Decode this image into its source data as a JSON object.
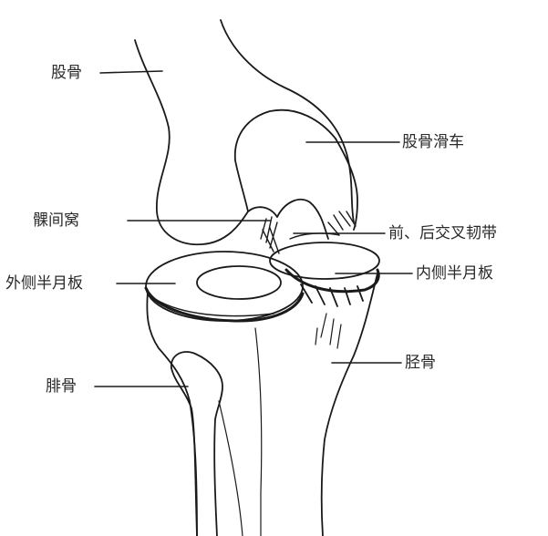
{
  "labels": {
    "femur": "股骨",
    "patellar_surface": "股骨滑车",
    "intercondylar_fossa": "髁间窝",
    "cruciate_ligaments": "前、后交叉韧带",
    "lateral_meniscus": "外侧半月板",
    "medial_meniscus": "内侧半月板",
    "tibia": "胫骨",
    "fibula": "腓骨"
  },
  "colors": {
    "ink": "#1a1a1a",
    "paper": "#ffffff"
  }
}
